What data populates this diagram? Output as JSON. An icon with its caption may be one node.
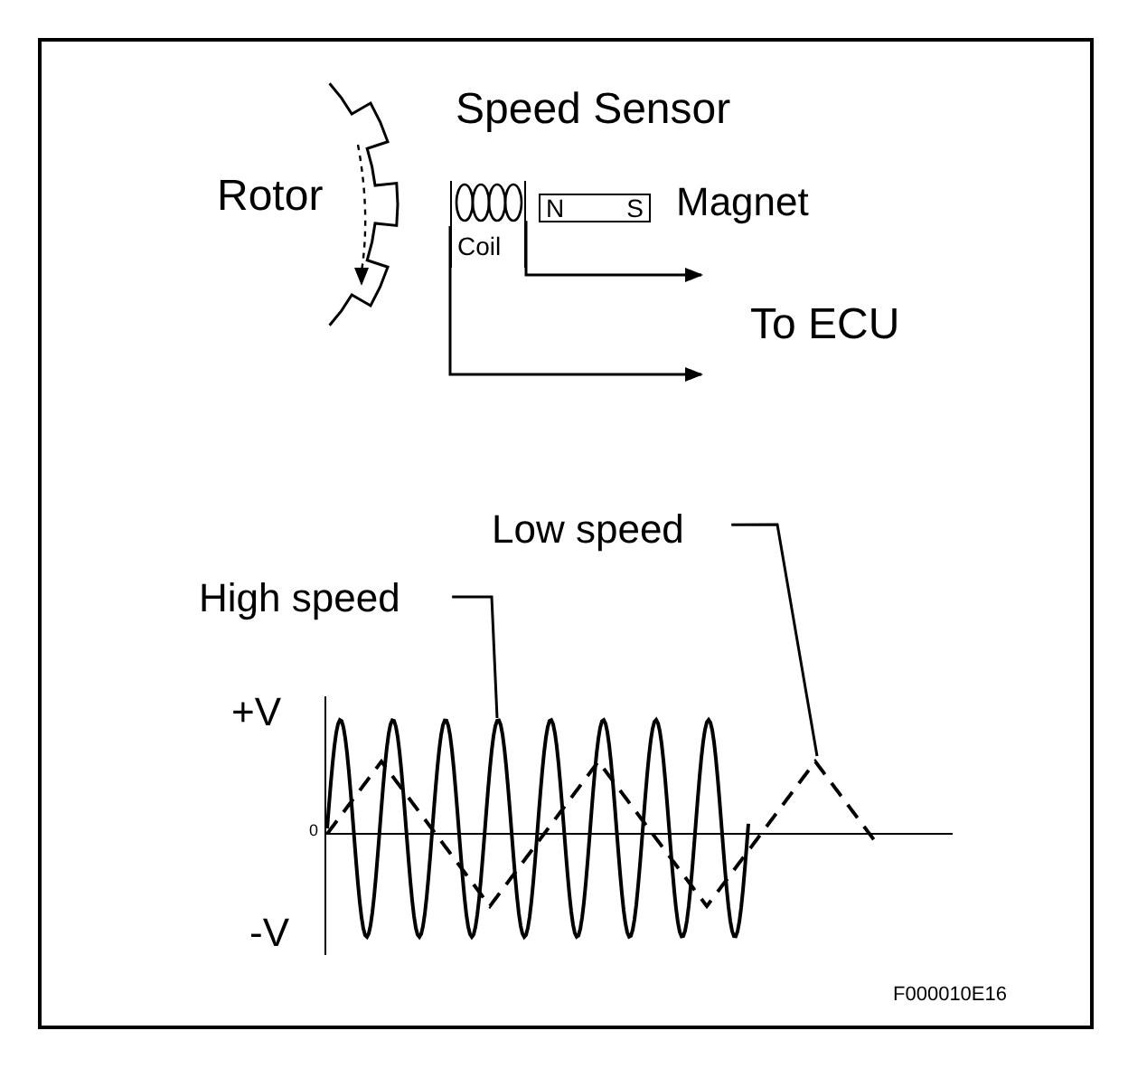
{
  "diagram": {
    "nodes": [
      {
        "text": [
          "Coil"
        ]
      },
      {
        "text": [
          "N",
          "S"
        ],
        "beside": [
          "Magnet"
        ]
      },
      {
        "text": [
          "High speed"
        ]
      },
      {
        "text": [],
        "shape": "curve"
      },
      {
        "text": [
          "Low speed"
        ]
      },
      {
        "text": [],
        "shape": "curve"
      }
    ],
    "edges": [
      {
        "from": 0,
        "to": null,
        "arrow": "to"
      },
      {
        "from": 0,
        "to": null,
        "arrow": "to"
      },
      {
        "from": 2,
        "to": 3,
        "arrow": "none"
      },
      {
        "from": 4,
        "to": 5,
        "arrow": "none"
      }
    ],
    "labels": [
      "Speed Sensor",
      "Rotor",
      "To ECU",
      "+V",
      "0",
      "-V",
      "F000010E16"
    ]
  }
}
